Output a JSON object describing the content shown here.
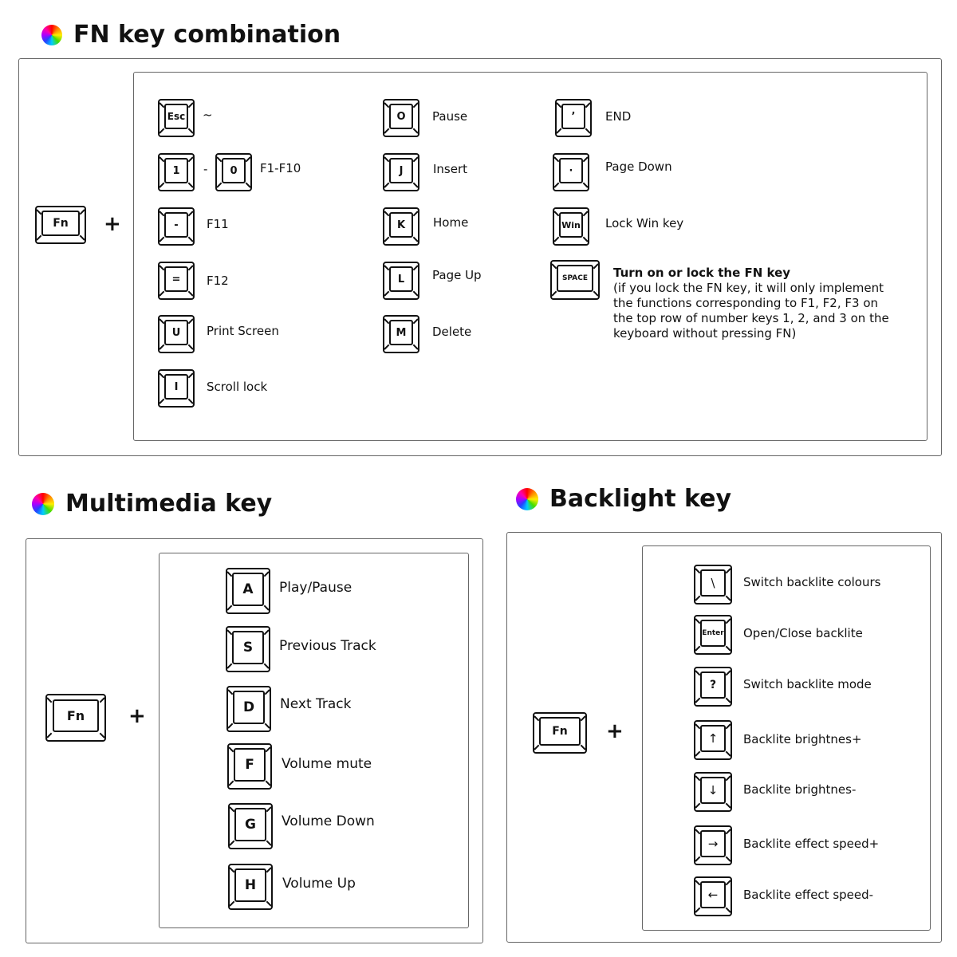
{
  "fn_section": {
    "title": "FN key combination",
    "fn_key": "Fn",
    "plus": "+",
    "range_dash": "-",
    "col1": [
      {
        "key": "Esc",
        "label": "~"
      },
      {
        "key": "1",
        "key2": "0",
        "label": "F1-F10"
      },
      {
        "key": "-",
        "label": "F11"
      },
      {
        "key": "=",
        "label": "F12"
      },
      {
        "key": "U",
        "label": "Print Screen"
      },
      {
        "key": "I",
        "label": "Scroll lock"
      }
    ],
    "col2": [
      {
        "key": "O",
        "label": "Pause"
      },
      {
        "key": "J",
        "label": "Insert"
      },
      {
        "key": "K",
        "label": "Home"
      },
      {
        "key": "L",
        "label": "Page Up"
      },
      {
        "key": "M",
        "label": "Delete"
      }
    ],
    "col3": [
      {
        "key": "’",
        "label": "END"
      },
      {
        "key": "·",
        "label": "Page Down"
      },
      {
        "key": "Win",
        "label": "Lock Win key"
      },
      {
        "key": "SPACE",
        "label": "Turn on or lock the FN key",
        "note": "(if you lock the FN key, it will only implement the functions corresponding to F1, F2, F3 on the top row of number keys 1, 2, and 3 on the keyboard without pressing FN)"
      }
    ]
  },
  "multimedia_section": {
    "title": "Multimedia key",
    "fn_key": "Fn",
    "plus": "+",
    "items": [
      {
        "key": "A",
        "label": "Play/Pause"
      },
      {
        "key": "S",
        "label": "Previous Track"
      },
      {
        "key": "D",
        "label": "Next Track"
      },
      {
        "key": "F",
        "label": "Volume mute"
      },
      {
        "key": "G",
        "label": "Volume Down"
      },
      {
        "key": "H",
        "label": "Volume Up"
      }
    ]
  },
  "backlight_section": {
    "title": "Backlight key",
    "fn_key": "Fn",
    "plus": "+",
    "items": [
      {
        "key": "\\",
        "label": "Switch backlite colours"
      },
      {
        "key": "Enter",
        "label": "Open/Close backlite"
      },
      {
        "key": "?",
        "label": "Switch backlite mode"
      },
      {
        "key": "↑",
        "label": "Backlite brightnes+"
      },
      {
        "key": "↓",
        "label": "Backlite brightnes-"
      },
      {
        "key": "→",
        "label": "Backlite effect speed+"
      },
      {
        "key": "←",
        "label": "Backlite effect speed-"
      }
    ]
  }
}
